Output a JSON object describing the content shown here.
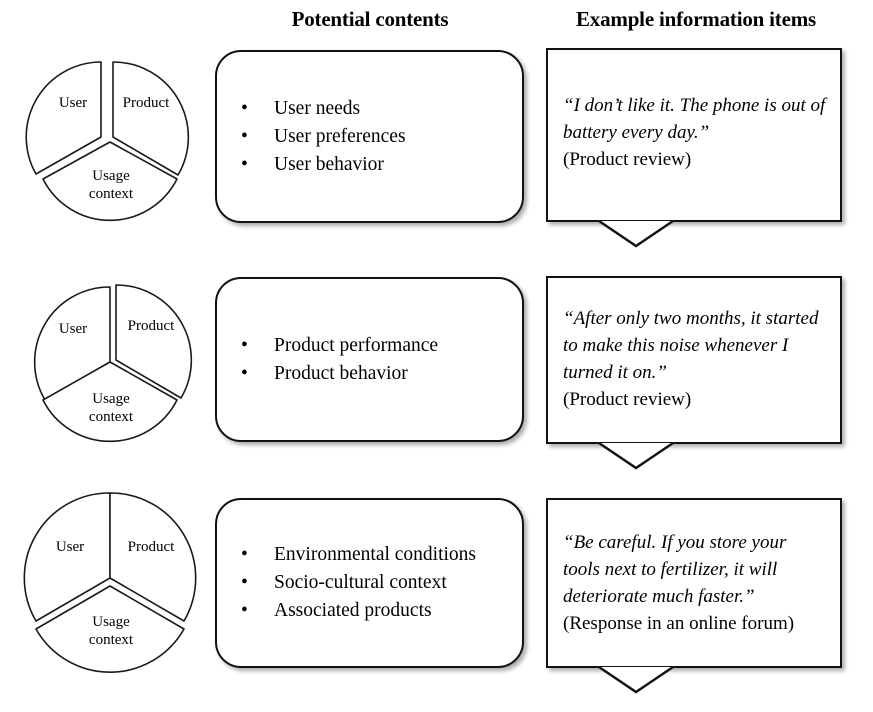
{
  "headers": {
    "potential_contents": "Potential contents",
    "example_items": "Example information items"
  },
  "pie": {
    "labels": {
      "user": "User",
      "product": "Product",
      "usage_context_line1": "Usage",
      "usage_context_line2": "context"
    },
    "colors": {
      "fill": "#ffffff",
      "stroke": "#1a1a1a"
    }
  },
  "chart_data": {
    "type": "pie",
    "title": "",
    "categories": [
      "User",
      "Product",
      "Usage context"
    ],
    "values": [
      33.3,
      33.3,
      33.3
    ],
    "units": "percent",
    "charts": [
      {
        "row": 1,
        "exploded_slice": "User",
        "categories": [
          "User",
          "Product",
          "Usage context"
        ],
        "values": [
          33.3,
          33.3,
          33.3
        ]
      },
      {
        "row": 2,
        "exploded_slice": "Product",
        "categories": [
          "User",
          "Product",
          "Usage context"
        ],
        "values": [
          33.3,
          33.3,
          33.3
        ]
      },
      {
        "row": 3,
        "exploded_slice": "Usage context",
        "categories": [
          "User",
          "Product",
          "Usage context"
        ],
        "values": [
          33.3,
          33.3,
          33.3
        ]
      }
    ],
    "legend": "none",
    "grid": false
  },
  "rows": [
    {
      "focus": "User",
      "bullets": [
        "User needs",
        "User preferences",
        "User behavior"
      ],
      "bullet_symbol": "•",
      "example": {
        "quote": "“I don’t like it. The phone is out of battery every day.”",
        "source": "(Product review)"
      }
    },
    {
      "focus": "Product",
      "bullets": [
        "Product performance",
        "Product behavior"
      ],
      "bullet_symbol": "•",
      "example": {
        "quote": "“After only two months, it started to make this noise whenever I turned it on.”",
        "source": "(Product review)"
      }
    },
    {
      "focus": "Usage context",
      "bullets": [
        "Environmental conditions",
        "Socio-cultural context",
        "Associated products"
      ],
      "bullet_symbol": "•",
      "example": {
        "quote": "“Be careful. If you store your tools next to fertilizer, it will deteriorate much faster.”",
        "source": "(Response in an online forum)"
      }
    }
  ]
}
